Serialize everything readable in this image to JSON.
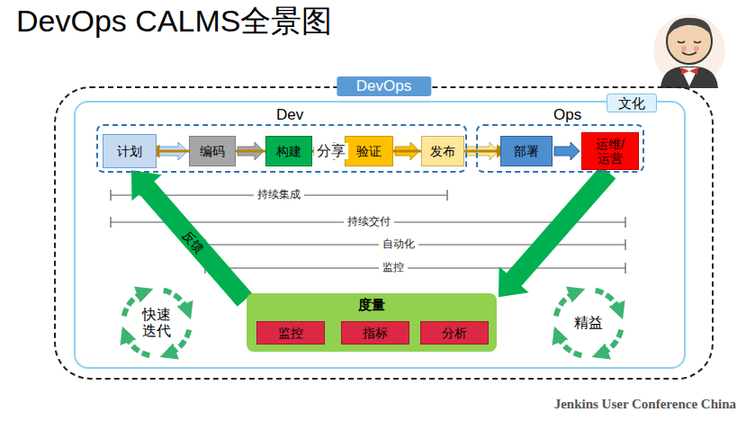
{
  "diagram": {
    "title": "DevOps CALMS全景图",
    "nodes": [
      {
        "text": [
          "DevOps"
        ]
      },
      {
        "text": [
          "文化"
        ],
        "in": 0
      },
      {
        "text": [
          "Dev"
        ],
        "in": 1
      },
      {
        "text": [
          "计划"
        ],
        "in": 2
      },
      {
        "text": [
          "编码"
        ],
        "in": 2
      },
      {
        "text": [
          "构建"
        ],
        "in": 2
      },
      {
        "text": [
          "验证"
        ],
        "in": 2
      },
      {
        "text": [
          "发布"
        ],
        "in": 2
      },
      {
        "text": [
          "Ops"
        ],
        "in": 1
      },
      {
        "text": [
          "部署"
        ],
        "in": 8
      },
      {
        "text": [
          "运维/ 运营"
        ],
        "in": 8
      },
      {
        "text": [
          "快速 迭代"
        ],
        "in": 1
      },
      {
        "text": [
          "度量"
        ],
        "in": 1
      },
      {
        "text": [
          "监控"
        ],
        "in": 12
      },
      {
        "text": [
          "指标"
        ],
        "in": 12
      },
      {
        "text": [
          "分析"
        ],
        "in": 12
      },
      {
        "text": [
          "精益"
        ],
        "in": 1
      }
    ],
    "edges": [
      {
        "from": 3,
        "to": 4,
        "arrow": "to"
      },
      {
        "from": 4,
        "to": 5,
        "arrow": "to"
      },
      {
        "from": 5,
        "to": 6,
        "arrow": "to"
      },
      {
        "from": 6,
        "to": 7,
        "arrow": "to"
      },
      {
        "from": 7,
        "to": 9,
        "arrow": "to"
      },
      {
        "from": 9,
        "to": 10,
        "arrow": "to"
      },
      {
        "from": 2,
        "to": 8,
        "label": "分享",
        "arrow": "both"
      },
      {
        "from": 10,
        "to": 12,
        "arrow": "to"
      },
      {
        "from": 12,
        "to": 3,
        "label": "反馈",
        "arrow": "to"
      }
    ],
    "labels": [
      "持续集成",
      "持续交付",
      "自动化",
      "监控",
      "Jenkins User Conference China"
    ]
  }
}
